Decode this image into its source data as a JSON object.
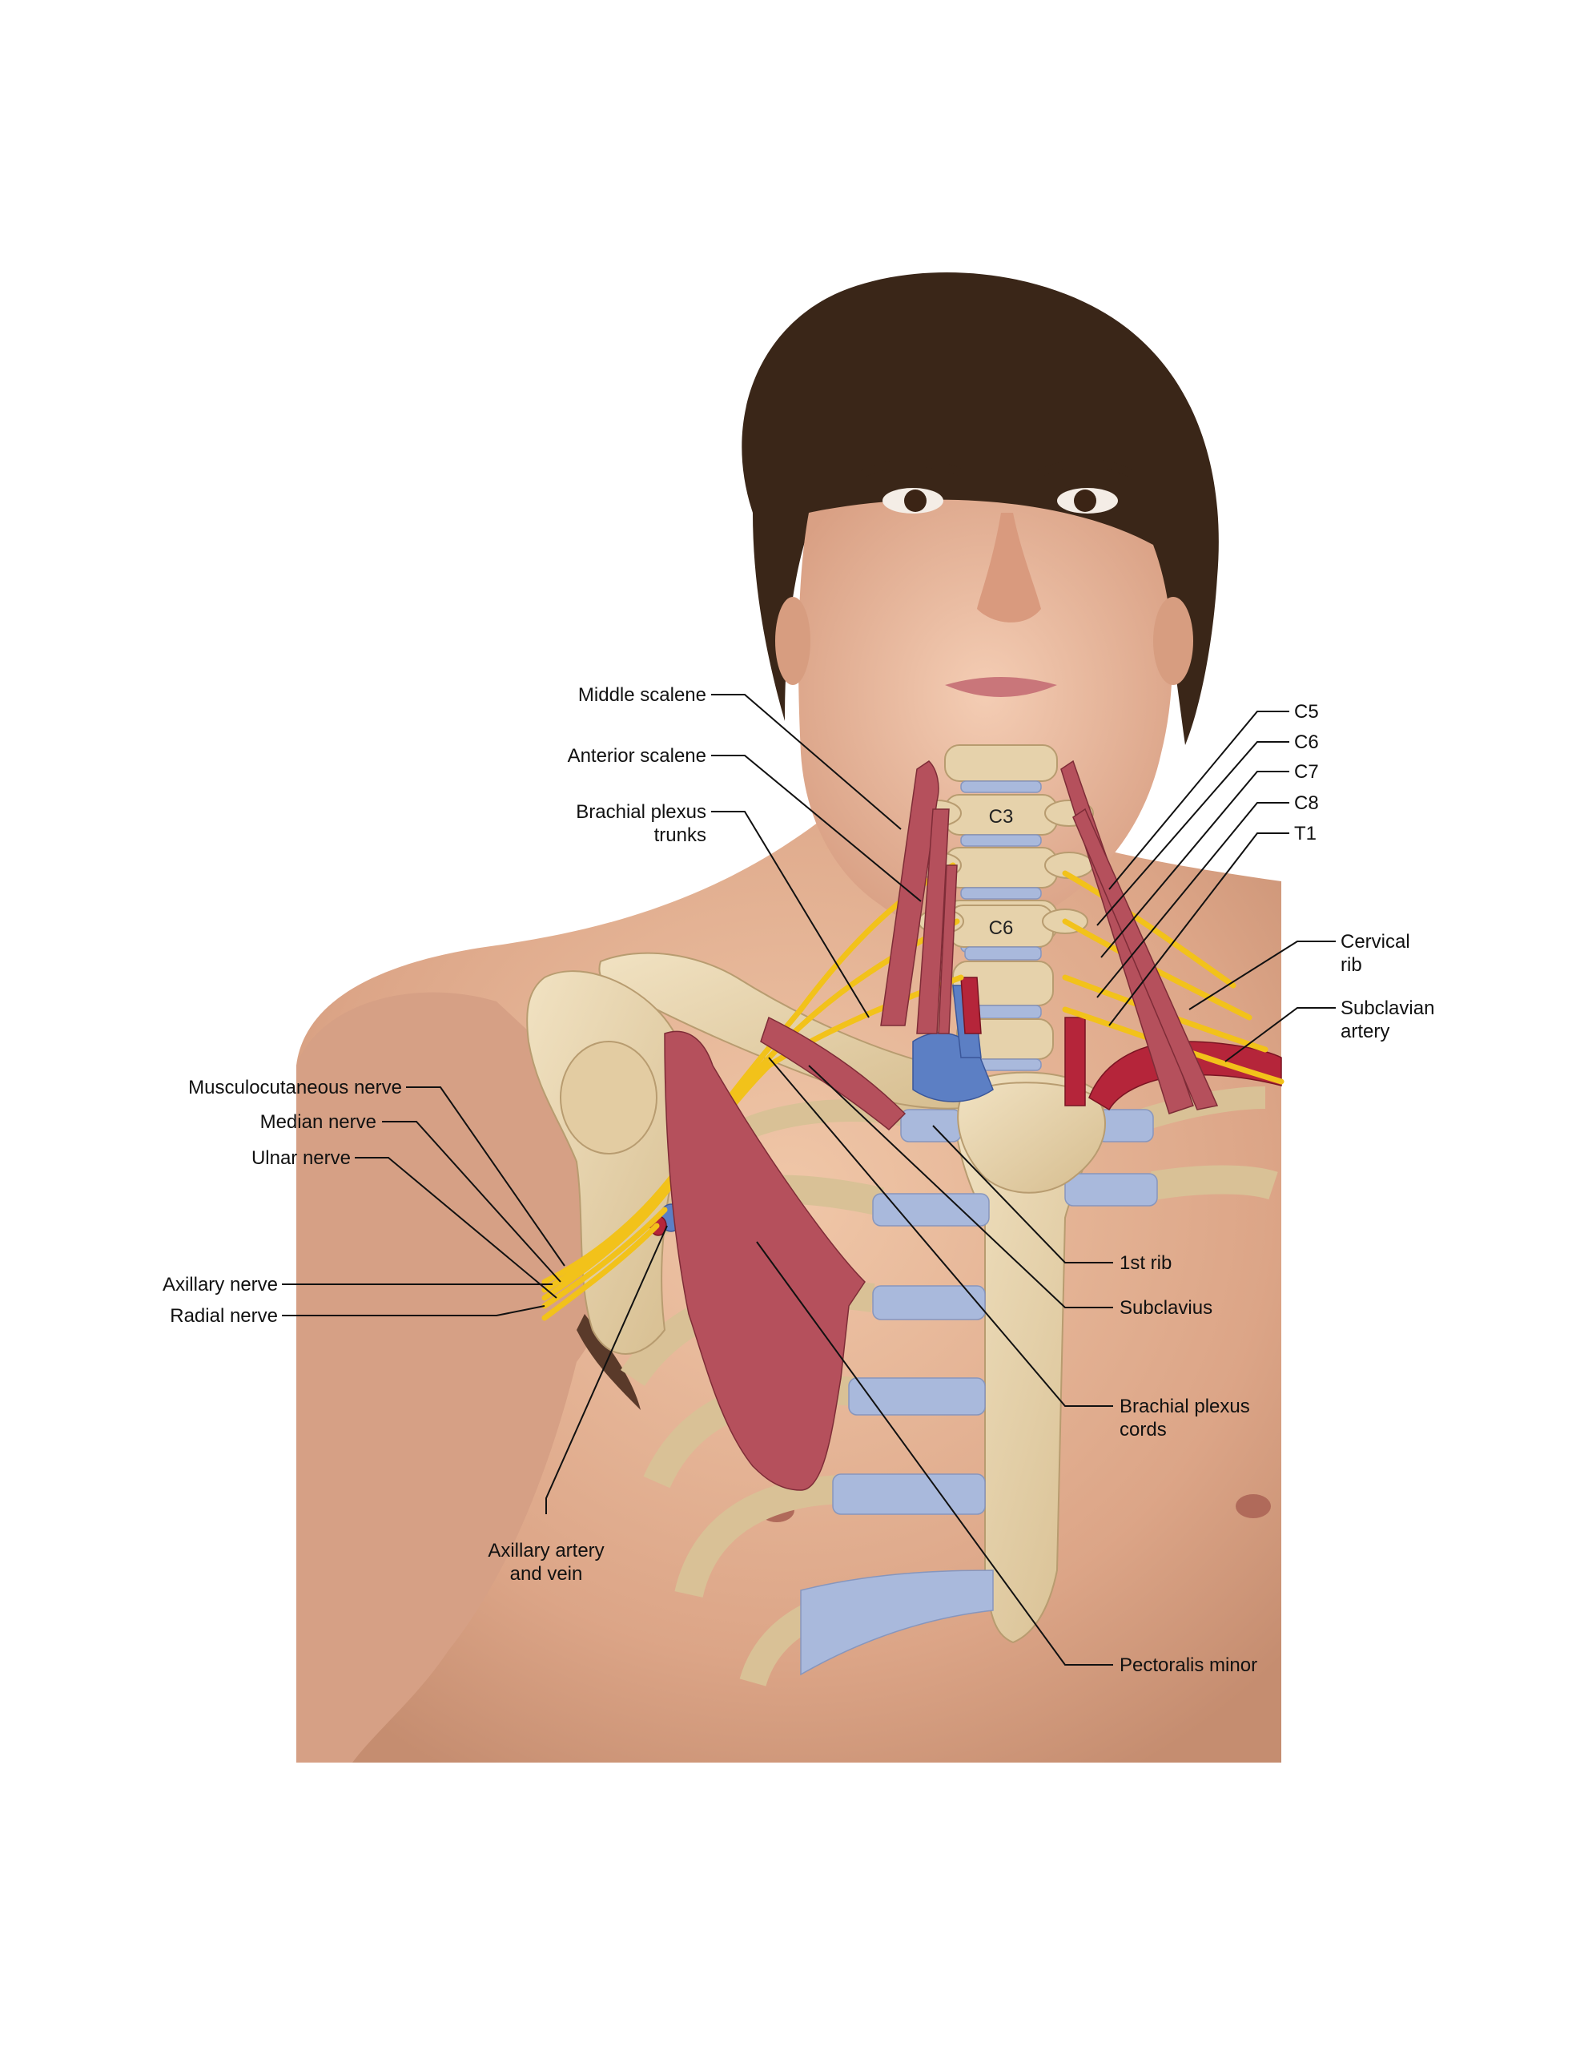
{
  "labels": {
    "middle_scalene": "Middle scalene",
    "anterior_scalene": "Anterior scalene",
    "brachial_plexus_trunks_1": "Brachial plexus",
    "brachial_plexus_trunks_2": "trunks",
    "c5": "C5",
    "c6": "C6",
    "c7": "C7",
    "c8": "C8",
    "t1": "T1",
    "cervical_rib_1": "Cervical",
    "cervical_rib_2": "rib",
    "subclavian_artery_1": "Subclavian",
    "subclavian_artery_2": "artery",
    "musculocutaneous_nerve": "Musculocutaneous nerve",
    "median_nerve": "Median nerve",
    "ulnar_nerve": "Ulnar nerve",
    "axillary_nerve": "Axillary nerve",
    "radial_nerve": "Radial nerve",
    "first_rib": "1st rib",
    "subclavius": "Subclavius",
    "brachial_plexus_cords_1": "Brachial plexus",
    "brachial_plexus_cords_2": "cords",
    "axillary_artery_vein_1": "Axillary artery",
    "axillary_artery_vein_2": "and vein",
    "pectoralis_minor": "Pectoralis minor"
  },
  "vertebra_labels": {
    "c3": "C3",
    "c6": "C6"
  },
  "colors": {
    "skin": "#e8b898",
    "hair": "#3a2618",
    "bone": "#e6d2ab",
    "cartilage": "#a9b9dc",
    "muscle": "#b5505c",
    "nerve": "#f2c21a",
    "artery": "#b5253a",
    "vein": "#5c7fc4"
  }
}
